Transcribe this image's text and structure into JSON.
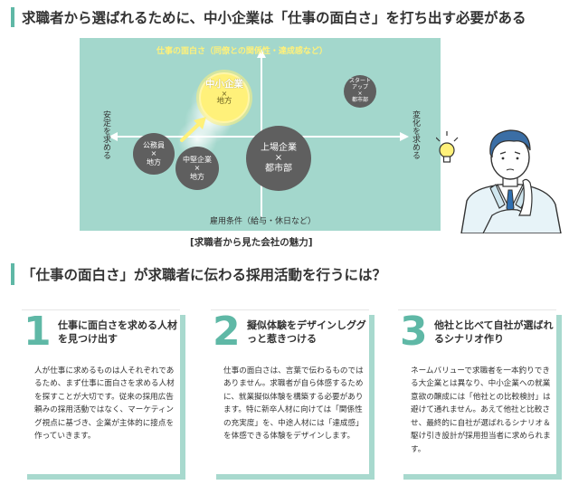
{
  "heading1": "求職者から選ばれるために、中小企業は「仕事の面白さ」を打ち出す必要がある",
  "diagram": {
    "axis_top": "仕事の面白さ（同僚との関係性・達成感など）",
    "axis_bottom": "雇用条件（給与・休日など）",
    "axis_left": "安定を求める",
    "axis_right": "変化を求める",
    "highlight": {
      "line1": "中小企業",
      "line2": "×",
      "line3": "地方"
    },
    "bubbles": [
      {
        "lines": [
          "スタート",
          "アップ",
          "×",
          "都市部"
        ]
      },
      {
        "lines": [
          "公務員",
          "×",
          "地方"
        ]
      },
      {
        "lines": [
          "中堅企業",
          "×",
          "地方"
        ]
      },
      {
        "lines": [
          "上場企業",
          "×",
          "都市部"
        ]
      }
    ],
    "caption": "[求職者から見た会社の魅力]"
  },
  "heading2": "「仕事の面白さ」が求職者に伝わる採用活動を行うには？",
  "cards": [
    {
      "number": "1",
      "title": "仕事に面白さを求める人材を見つけ出す",
      "body": "人が仕事に求めるものは人それぞれであるため、まず仕事に面白さを求める人材を探すことが大切です。従来の採用広告頼みの採用活動ではなく、マーケティング視点に基づき、企業が主体的に接点を作っていきます。"
    },
    {
      "number": "2",
      "title": "擬似体験をデザインしググっと惹きつける",
      "body": "仕事の面白さは、言葉で伝わるものではありません。求職者が自ら体感するために、就業擬似体験を構築する必要があります。特に新卒人材に向けては「関係性の充実度」を、中途人材には「達成感」を体感できる体験をデザインします。"
    },
    {
      "number": "3",
      "title": "他社と比べて自社が選ばれるシナリオ作り",
      "body": "ネームバリューで求職者を一本釣りできる大企業とは異なり、中小企業への就業意欲の醸成には「他社との比較検討」は避けて通れません。あえて他社と比較させ、最終的に自社が選ばれるシナリオ＆駆け引き設計が採用担当者に求められます。"
    }
  ],
  "colors": {
    "accent": "#5fb8a6",
    "diagram_bg": "#a3d7cc",
    "highlight": "#fff17a",
    "bubble": "#5f5f5f"
  }
}
